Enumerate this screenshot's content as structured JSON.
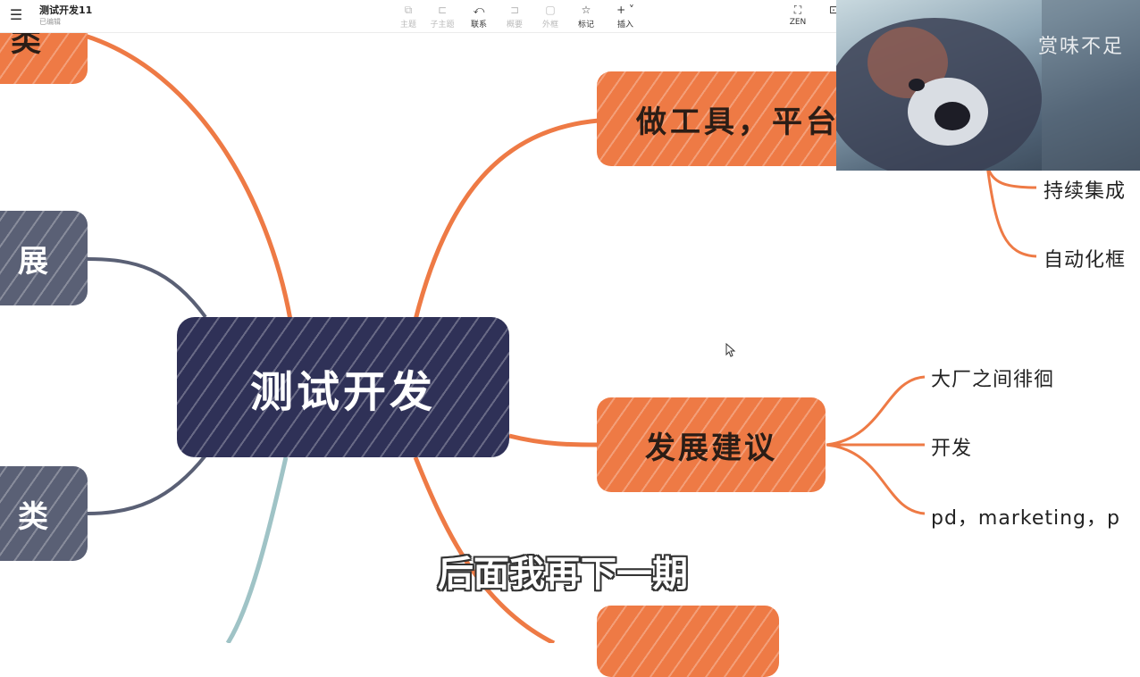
{
  "header": {
    "doc_title": "测试开发11",
    "doc_status": "已编辑",
    "tools": [
      {
        "label": "主题",
        "icon": "add-topic-icon"
      },
      {
        "label": "子主题",
        "icon": "add-subtopic-icon"
      },
      {
        "label": "联系",
        "icon": "relation-icon"
      },
      {
        "label": "概要",
        "icon": "summary-icon"
      },
      {
        "label": "外框",
        "icon": "boundary-icon"
      },
      {
        "label": "标记",
        "icon": "star-icon"
      },
      {
        "label": "插入",
        "icon": "plus-icon"
      }
    ],
    "zen_label": "ZEN"
  },
  "mindmap": {
    "root": "测试开发",
    "left_nodes": [
      "类",
      "展",
      "类"
    ],
    "right_nodes": {
      "tools": "做工具，平台",
      "suggest": "发展建议"
    },
    "tools_children": [
      "持续集成",
      "自动化框"
    ],
    "suggest_children": [
      "大厂之间徘徊",
      "开发",
      "pd，marketing，p"
    ]
  },
  "overlay": {
    "text": "赏味不足"
  },
  "subtitle": "后面我再下一期",
  "colors": {
    "orange": "#ee7a45",
    "navy": "#2f3157",
    "slate": "#5a6075",
    "teal": "#9fc3c6"
  }
}
